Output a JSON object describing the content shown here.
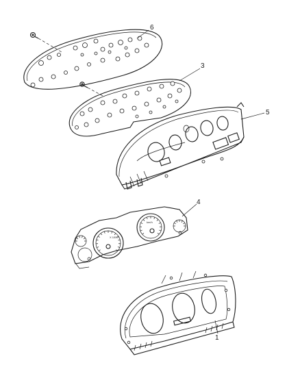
{
  "callouts": [
    {
      "number": "6",
      "part": "circuit-board-rear"
    },
    {
      "number": "3",
      "part": "printed-circuit-board"
    },
    {
      "number": "5",
      "part": "cluster-housing"
    },
    {
      "number": "4",
      "part": "gauge-face"
    },
    {
      "number": "1",
      "part": "bezel-lens"
    }
  ],
  "colors": {
    "line": "#1a1a1a",
    "background": "#ffffff"
  }
}
